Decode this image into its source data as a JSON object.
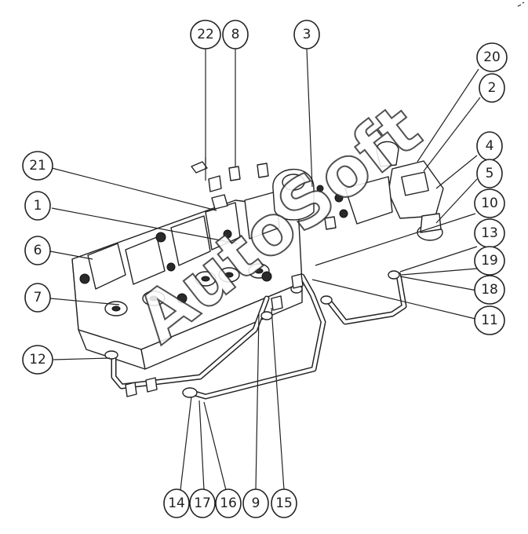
{
  "watermark": "AutoSoft",
  "callouts": [
    {
      "id": "22",
      "label": "22"
    },
    {
      "id": "8",
      "label": "8"
    },
    {
      "id": "3",
      "label": "3"
    },
    {
      "id": "20",
      "label": "20"
    },
    {
      "id": "2",
      "label": "2"
    },
    {
      "id": "4",
      "label": "4"
    },
    {
      "id": "5",
      "label": "5"
    },
    {
      "id": "10",
      "label": "10"
    },
    {
      "id": "13",
      "label": "13"
    },
    {
      "id": "19",
      "label": "19"
    },
    {
      "id": "18",
      "label": "18"
    },
    {
      "id": "11",
      "label": "11"
    },
    {
      "id": "21",
      "label": "21"
    },
    {
      "id": "1",
      "label": "1"
    },
    {
      "id": "6",
      "label": "6"
    },
    {
      "id": "7",
      "label": "7"
    },
    {
      "id": "12",
      "label": "12"
    },
    {
      "id": "14",
      "label": "14"
    },
    {
      "id": "17",
      "label": "17"
    },
    {
      "id": "16",
      "label": "16"
    },
    {
      "id": "9",
      "label": "9"
    },
    {
      "id": "15",
      "label": "15"
    }
  ]
}
